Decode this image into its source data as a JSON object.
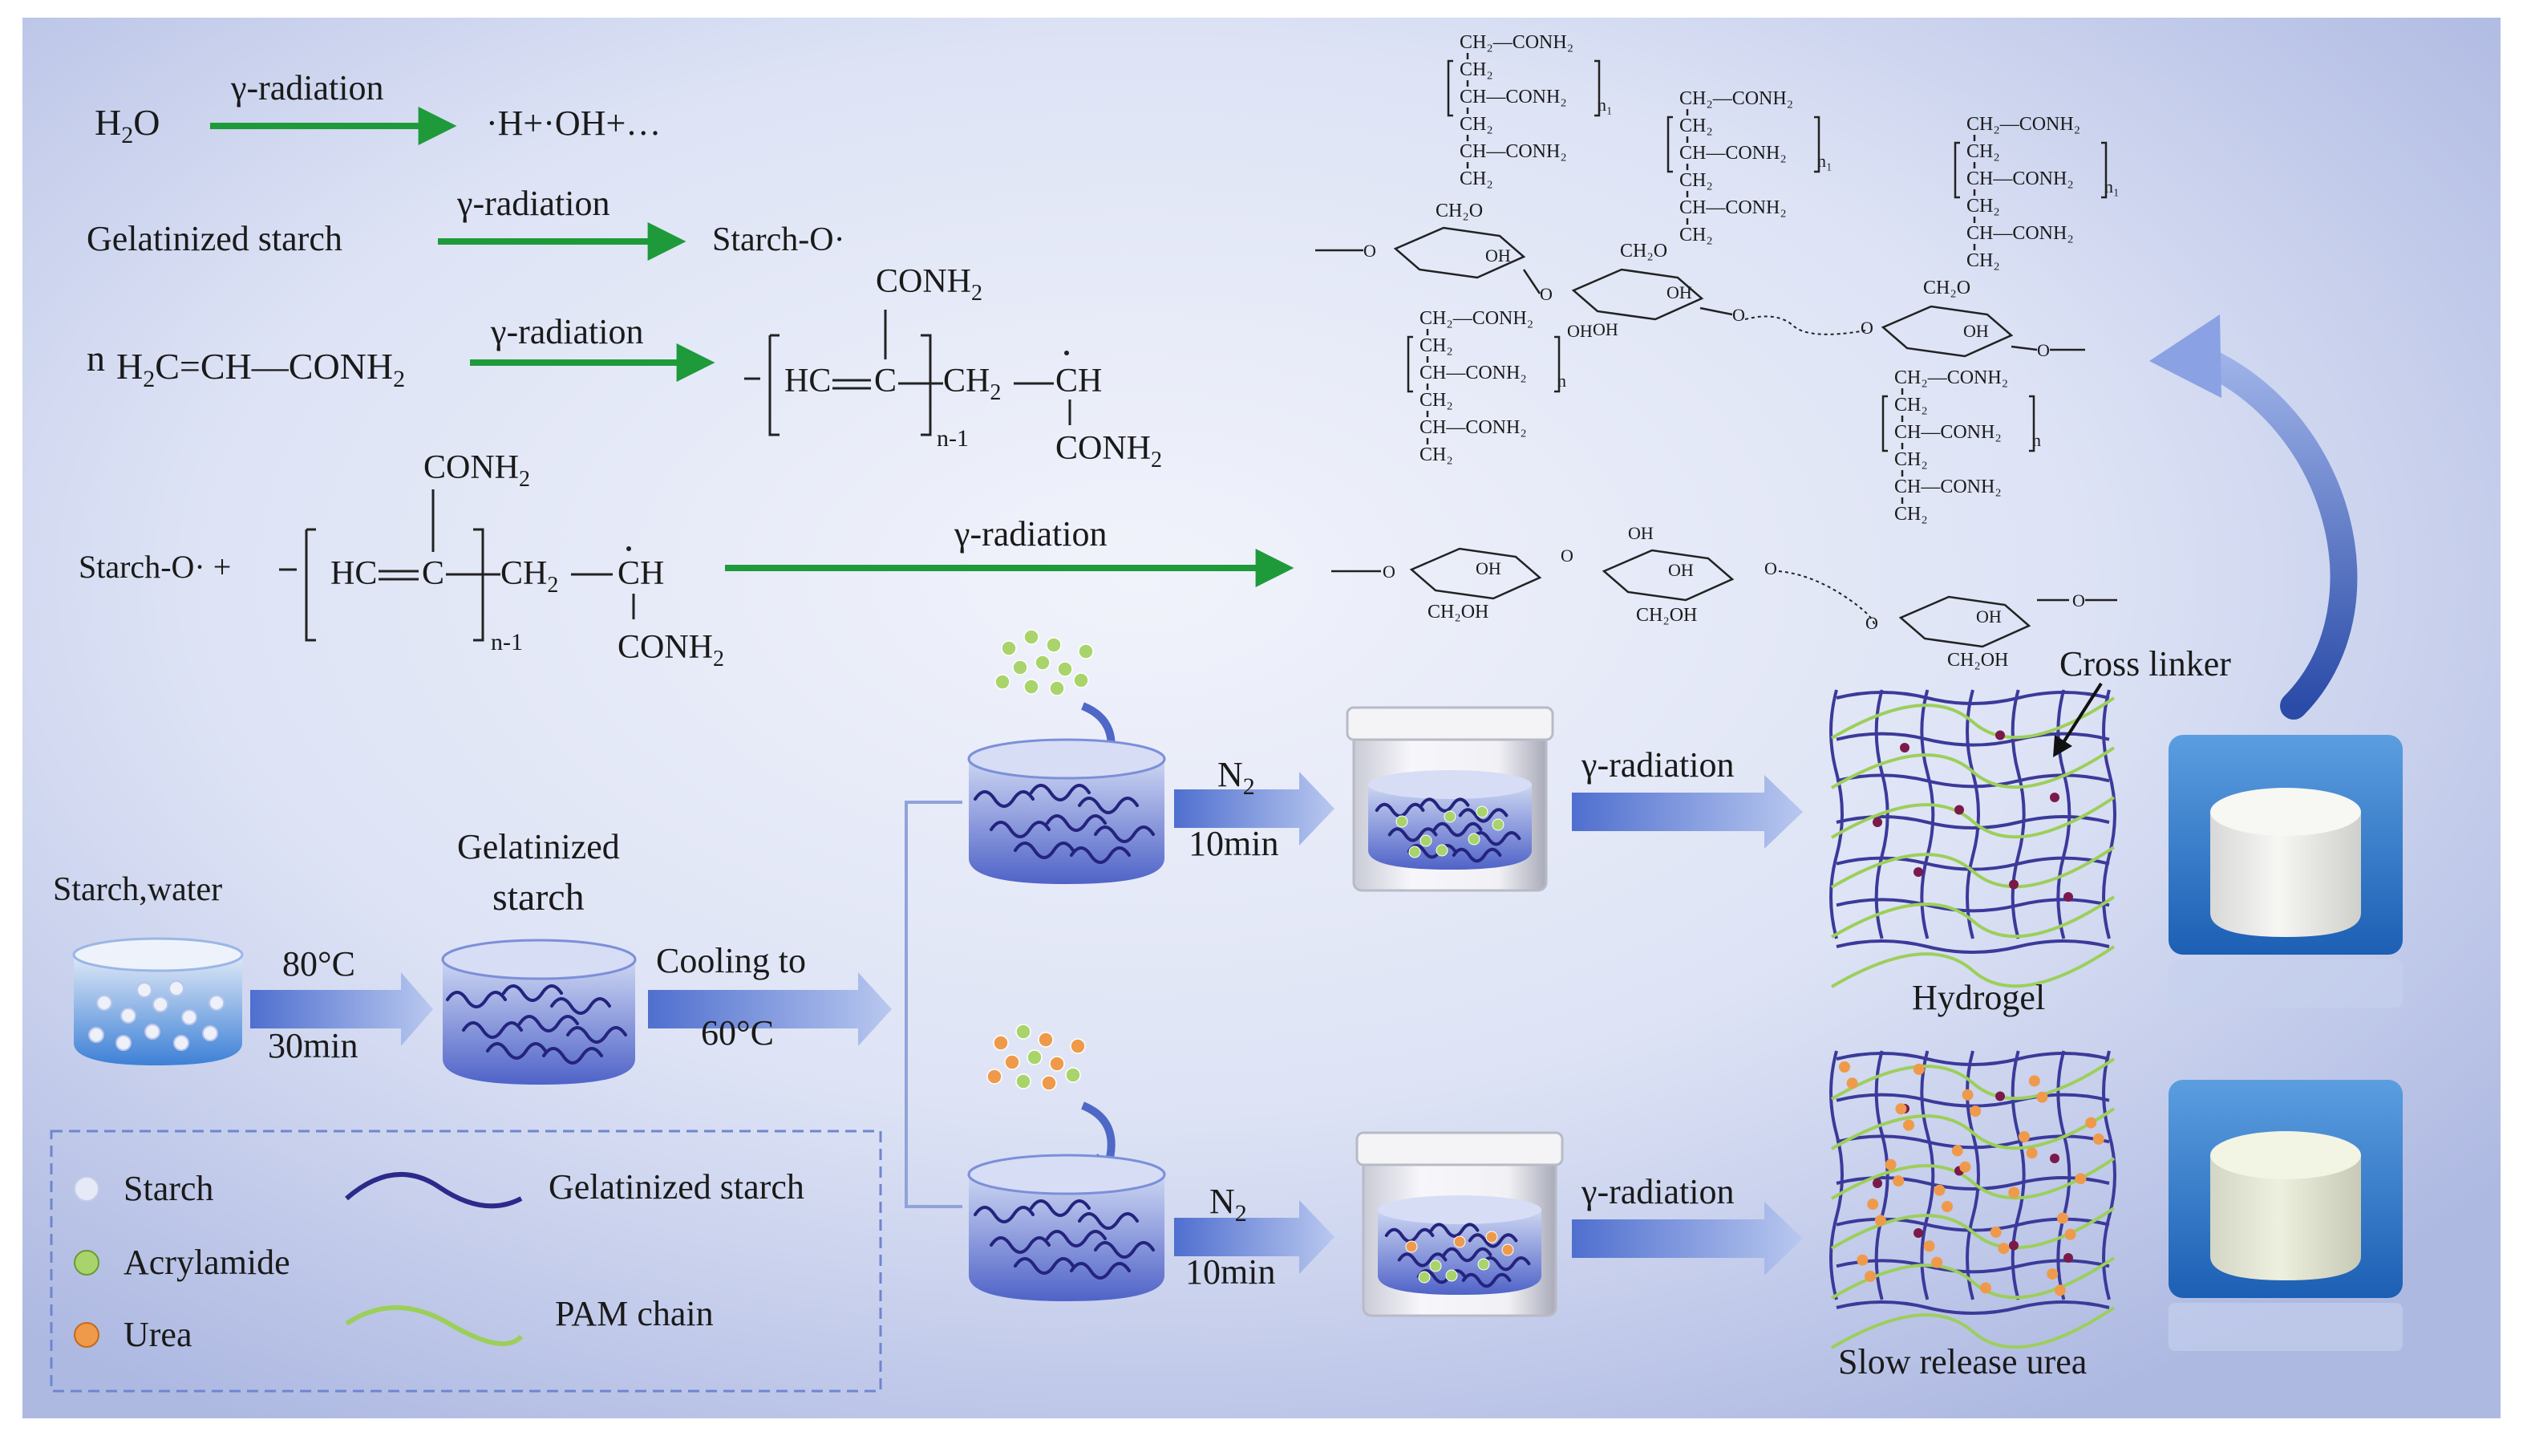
{
  "reactions": {
    "r1": {
      "left": "H",
      "left_sub": "2",
      "left_tail": "O",
      "arrow": "γ-radiation",
      "right": "·H+·OH+…"
    },
    "r2": {
      "left": "Gelatinized  starch",
      "arrow": "γ-radiation",
      "right": "Starch-O·"
    },
    "r3": {
      "n": "n",
      "monomer_a": "H",
      "monomer_sub1": "2",
      "monomer_b": "C=CH—CONH",
      "monomer_sub2": "2",
      "arrow": "γ-radiation",
      "product_top": "CONH",
      "product_top_sub": "2",
      "product_hc": "HC",
      "product_c": "C",
      "product_ch2": "CH",
      "product_ch2_sub": "2",
      "product_ch": "CH",
      "product_bottom": "CONH",
      "product_bottom_sub": "2",
      "product_n": "n-1"
    },
    "r4": {
      "left": "Starch-O· +",
      "arrow": "γ-radiation",
      "top": "CONH",
      "top_sub": "2",
      "hc": "HC",
      "c": "C",
      "ch2": "CH",
      "ch2_sub": "2",
      "ch": "CH",
      "bottom": "CONH",
      "bottom_sub": "2",
      "n": "n-1"
    }
  },
  "structure": {
    "labels": [
      "CH2—CONH2",
      "CH2",
      "CH—CONH2",
      "CH2",
      "CH—CONH2",
      "CH2",
      "CH2O",
      "OH",
      "O",
      "CH2—CONH2",
      "CH—CONH2",
      "OH",
      "CH2OH",
      "n",
      "n1"
    ],
    "oh": "OH",
    "ch2oh": "CH₂OH",
    "ch2o": "CH₂O",
    "conh": "CONH₂",
    "ch": "CH",
    "ch2": "CH₂",
    "o": "O",
    "n": "n",
    "n1": "n₁"
  },
  "process": {
    "start_label": "Starch,water",
    "step1_top": "80°C",
    "step1_bottom": "30min",
    "gel_label_1": "Gelatinized",
    "gel_label_2": "starch",
    "cool_top": "Cooling to",
    "cool_bottom": "60°C",
    "n2_top": "N",
    "n2_sub": "2",
    "n2_time": "10min",
    "gamma": "γ-radiation",
    "cross_linker": "Cross linker",
    "hydrogel": "Hydrogel",
    "slow_release": "Slow release urea"
  },
  "legend": {
    "starch": "Starch",
    "acrylamide": "Acrylamide",
    "urea": "Urea",
    "gelatinized": "Gelatinized  starch",
    "pam": "PAM chain"
  },
  "colors": {
    "green_arrow": "#1e9a3a",
    "blue_arrow": "#5b7fd4",
    "starch_chain": "#2b2a8a",
    "pam_chain": "#9ccf5a",
    "urea": "#ef9a4a",
    "acrylamide": "#a9d46b",
    "crosslink": "#7a1a4a",
    "bg_center": "#e8ecf8",
    "bg_edge": "#a9b4df"
  }
}
